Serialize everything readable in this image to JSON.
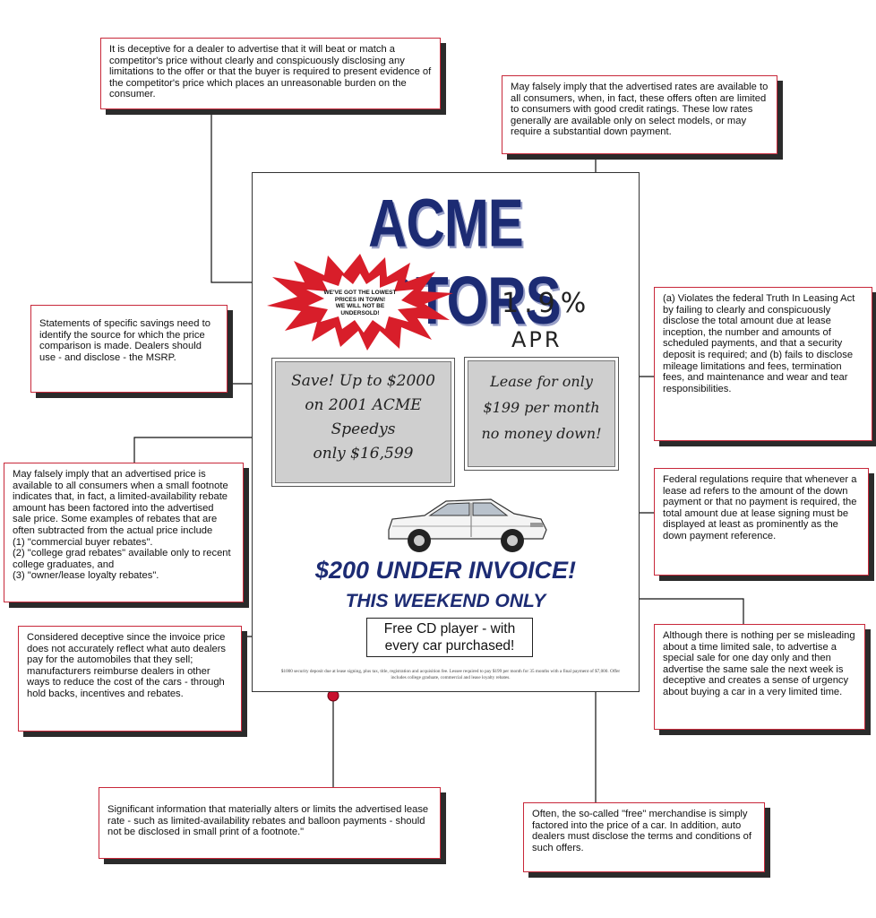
{
  "ad": {
    "title": "ACME MOTORS",
    "burst_text": "WE'VE GOT THE LOWEST\nPRICES IN TOWN!\nWE WILL NOT BE\nUNDERSOLD!",
    "rate": "1.9%",
    "rate_unit": "APR",
    "save_panel": "Save! Up to $2000\non 2001 ACME\nSpeedys\nonly $16,599",
    "lease_panel": "Lease for only\n$199 per month\nno money down!",
    "headline": "$200 UNDER INVOICE!",
    "subheadline": "THIS WEEKEND ONLY",
    "cd_offer": "Free CD player - with\nevery car purchased!",
    "fine_print": "$1000 security deposit due at lease signing, plus tax, title, registration and acquisition fee. Lessee required to pay $199 per month for 35 months with a final payment of $7,000. Offer includes college graduate, commercial and lease loyalty rebates."
  },
  "callouts": {
    "beat_price": "It is deceptive for a dealer to advertise that it will beat or match a competitor's price without clearly and conspicuously disclosing any limitations to the offer or that the buyer is required to present evidence of the competitor's price which places an unreasonable burden on the consumer.",
    "advertised_rates": "May falsely imply that the advertised rates are available to all consumers, when, in fact, these offers often are limited to consumers with good credit ratings. These low rates generally are available only on select models, or may require a substantial down payment.",
    "specific_savings": "Statements of specific savings need to identify the source for which the price comparison is made.  Dealers should use - and disclose - the MSRP.",
    "truth_in_leasing": "(a) Violates the federal Truth In Leasing Act by failing to clearly and conspicuously disclose the total amount due at lease inception, the number and amounts of scheduled payments, and that a security deposit is required; and (b) fails to disclose mileage limitations and fees, termination fees, and maintenance and wear and tear responsibilities.",
    "rebates": "May falsely imply that an advertised price is available to all consumers when a small footnote indicates that, in fact, a limited-availability rebate amount has been factored into the advertised sale price. Some examples of rebates that are often subtracted from the actual price include\n(1) \"commercial buyer rebates\".\n(2) \"college grad rebates\" available only to recent college graduates, and\n(3) \"owner/lease loyalty rebates\".",
    "down_payment": "Federal regulations require that whenever a lease ad refers to the amount of the down payment or that no payment is required, the total amount due at lease signing must be displayed at least as prominently as the down payment reference.",
    "invoice_price": "Considered deceptive since the invoice price does not accurately reflect what auto dealers pay for the automobiles that they sell; manufacturers reimburse dealers in other ways to reduce the cost of the cars - through hold backs, incentives and rebates.",
    "time_limited": "Although there is nothing per se misleading about a time limited sale, to advertise a special sale for one day only and then advertise the same sale the next week is deceptive and creates a sense of urgency about buying a car in a very limited time.",
    "small_print": "Significant information that materially alters or limits the advertised lease rate - such as limited-availability rebates and balloon payments - should not be disclosed in small print of a footnote.\"",
    "free_merchandise": "Often, the so-called \"free\" merchandise is simply factored into the price of a car. In addition, auto dealers must disclose the terms and conditions of such offers."
  },
  "colors": {
    "title_blue": "#1c2b73",
    "callout_border": "#c8283a",
    "pin_red": "#c8102e",
    "burst_red": "#d81e2a",
    "panel_gray": "#cfcfcf"
  }
}
